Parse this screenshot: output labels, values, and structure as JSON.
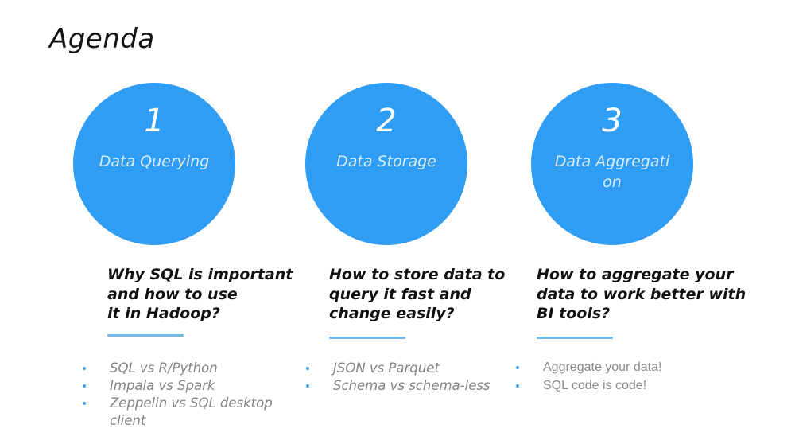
{
  "slide": {
    "title": "Agenda",
    "background_color": "#ffffff",
    "accent_color": "#2F9DF4",
    "divider_color": "#70B8E8",
    "bullet_color": "#3FA3E8",
    "body_text_color": "#838383",
    "heading_text_color": "#111111",
    "circle_label_color": "#D8EDFC"
  },
  "columns": [
    {
      "circle": {
        "number": "1",
        "label": "Data Querying"
      },
      "heading": "Why SQL is important and how to use\nit in Hadoop?",
      "bullets": [
        "SQL vs R/Python",
        "Impala vs Spark",
        "Zeppelin vs SQL desktop client"
      ]
    },
    {
      "circle": {
        "number": "2",
        "label": "Data Storage"
      },
      "heading": "How to store data to query it fast and change easily?",
      "bullets": [
        "JSON vs Parquet",
        "Schema vs schema-less"
      ]
    },
    {
      "circle": {
        "number": "3",
        "label": "Data Aggregation"
      },
      "heading": "How to aggregate your data to work better with BI tools?",
      "bullets": [
        "Aggregate your data!",
        "SQL code is code!"
      ]
    }
  ]
}
